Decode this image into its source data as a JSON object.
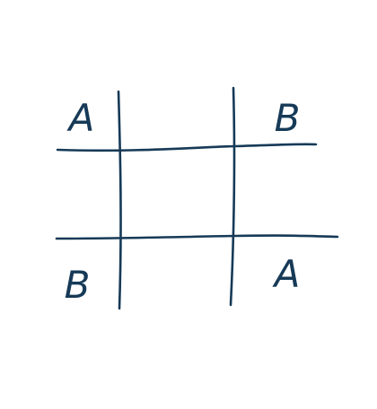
{
  "board": {
    "rows": 3,
    "cols": 3,
    "ink_color": "#163a57",
    "background": "#ffffff",
    "cells": [
      [
        "A",
        "",
        "B"
      ],
      [
        "",
        "",
        ""
      ],
      [
        "B",
        "",
        "A"
      ]
    ]
  }
}
